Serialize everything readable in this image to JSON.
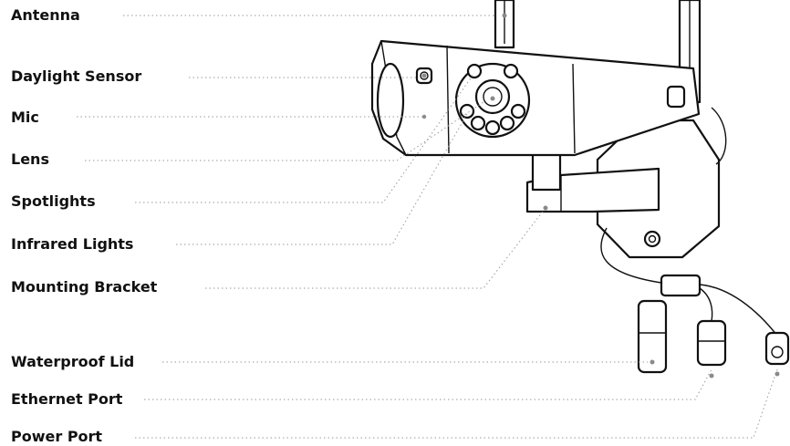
{
  "diagram": {
    "labels": [
      {
        "id": "antenna",
        "text": "Antenna"
      },
      {
        "id": "daylight-sensor",
        "text": "Daylight Sensor"
      },
      {
        "id": "mic",
        "text": "Mic"
      },
      {
        "id": "lens",
        "text": "Lens"
      },
      {
        "id": "spotlights",
        "text": "Spotlights"
      },
      {
        "id": "infrared-lights",
        "text": "Infrared Lights"
      },
      {
        "id": "mounting-bracket",
        "text": "Mounting Bracket"
      },
      {
        "id": "waterproof-lid",
        "text": "Waterproof Lid"
      },
      {
        "id": "ethernet-port",
        "text": "Ethernet Port"
      },
      {
        "id": "power-port",
        "text": "Power Port"
      }
    ],
    "colors": {
      "ink": "#111111",
      "leader": "#9a9a9a"
    }
  }
}
